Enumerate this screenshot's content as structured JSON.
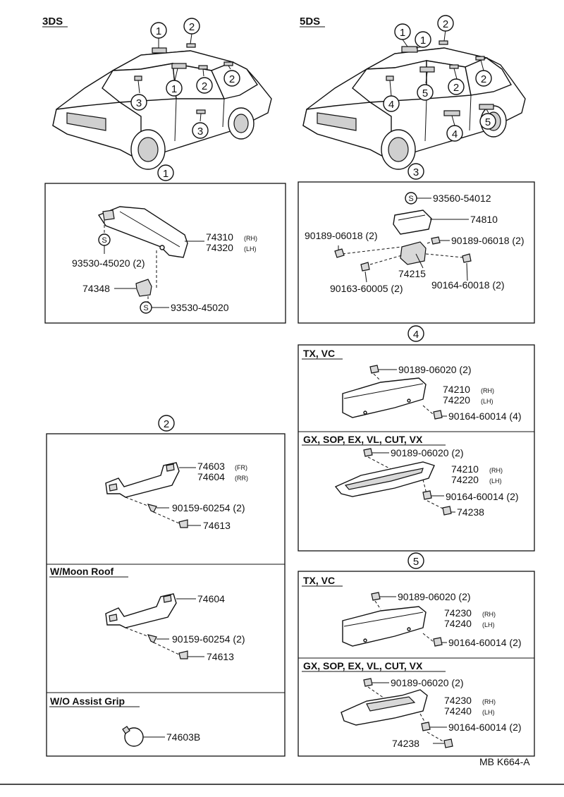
{
  "variants": {
    "left": "3DS",
    "right": "5DS"
  },
  "callouts": [
    "1",
    "2",
    "3",
    "4",
    "5"
  ],
  "groups": {
    "g1": {
      "num": "1",
      "parts": {
        "visor_rh": "74310",
        "visor_rh_tag": "(RH)",
        "visor_lh": "74320",
        "visor_lh_tag": "(LH)",
        "screw_a": "93530-45020 (2)",
        "holder": "74348",
        "screw_b": "93530-45020",
        "s": "S"
      }
    },
    "g2": {
      "num": "2",
      "std": {
        "grip_fr": "74603",
        "grip_fr_tag": "(FR)",
        "grip_rr": "74604",
        "grip_rr_tag": "(RR)",
        "screw": "90159-60254 (2)",
        "cover": "74613"
      },
      "moon": {
        "title": "W/Moon Roof",
        "grip": "74604",
        "screw": "90159-60254 (2)",
        "cover": "74613"
      },
      "wo": {
        "title": "W/O Assist Grip",
        "plug": "74603B"
      }
    },
    "g3": {
      "num": "3",
      "parts": {
        "s": "S",
        "screw_top": "93560-54012",
        "housing": "74810",
        "clip_l": "90189-06018 (2)",
        "clip_r": "90189-06018 (2)",
        "bracket": "74215",
        "screw_l": "90163-60005 (2)",
        "screw_r": "90164-60018 (2)"
      }
    },
    "g4": {
      "num": "4",
      "a": {
        "title": "TX, VC",
        "clip": "90189-06020 (2)",
        "rest_rh": "74210",
        "rest_rh_tag": "(RH)",
        "rest_lh": "74220",
        "rest_lh_tag": "(LH)",
        "screw": "90164-60014 (4)"
      },
      "b": {
        "title": "GX, SOP, EX, VL, CUT, VX",
        "clip": "90189-06020 (2)",
        "rest_rh": "74210",
        "rest_rh_tag": "(RH)",
        "rest_lh": "74220",
        "rest_lh_tag": "(LH)",
        "screw": "90164-60014 (2)",
        "cap": "74238"
      }
    },
    "g5": {
      "num": "5",
      "a": {
        "title": "TX, VC",
        "clip": "90189-06020 (2)",
        "rest_rh": "74230",
        "rest_rh_tag": "(RH)",
        "rest_lh": "74240",
        "rest_lh_tag": "(LH)",
        "screw": "90164-60014 (2)"
      },
      "b": {
        "title": "GX, SOP, EX, VL, CUT, VX",
        "clip": "90189-06020 (2)",
        "rest_rh": "74230",
        "rest_rh_tag": "(RH)",
        "rest_lh": "74240",
        "rest_lh_tag": "(LH)",
        "screw": "90164-60014 (2)",
        "cap": "74238"
      }
    }
  },
  "footer_code": "MB K664-A"
}
